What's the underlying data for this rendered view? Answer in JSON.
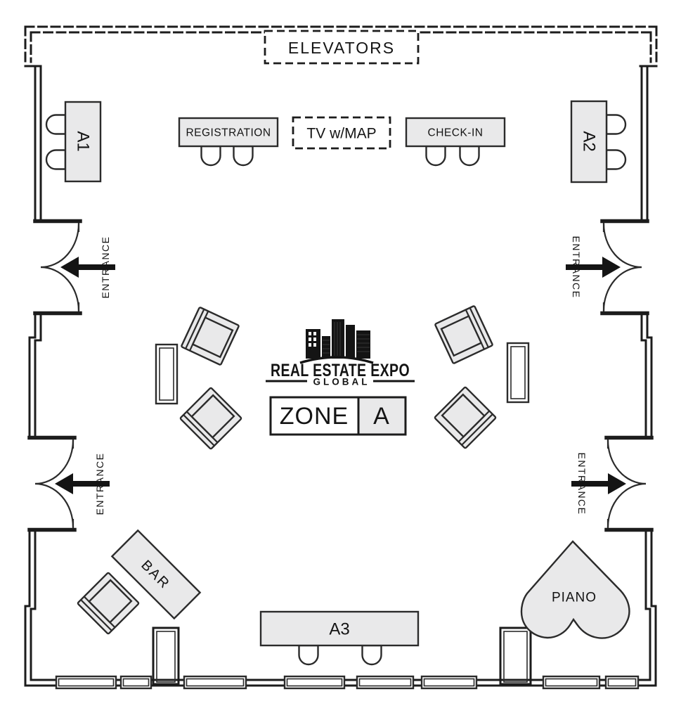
{
  "plan": {
    "elevators": "ELEVATORS",
    "registration": "REGISTRATION",
    "tv_map": "TV w/MAP",
    "check_in": "CHECK-IN",
    "entrance": "ENTRANCE",
    "tables": {
      "a1": "A1",
      "a2": "A2",
      "a3": "A3"
    },
    "bar": "BAR",
    "piano": "PIANO",
    "zone": {
      "label": "ZONE",
      "value": "A"
    },
    "logo": {
      "title": "REAL ESTATE EXPO",
      "subtitle": "GLOBAL"
    }
  },
  "colors": {
    "line": "#1c1c1c",
    "furniture_fill": "#e9e9ea",
    "background": "#ffffff",
    "text": "#141414"
  }
}
